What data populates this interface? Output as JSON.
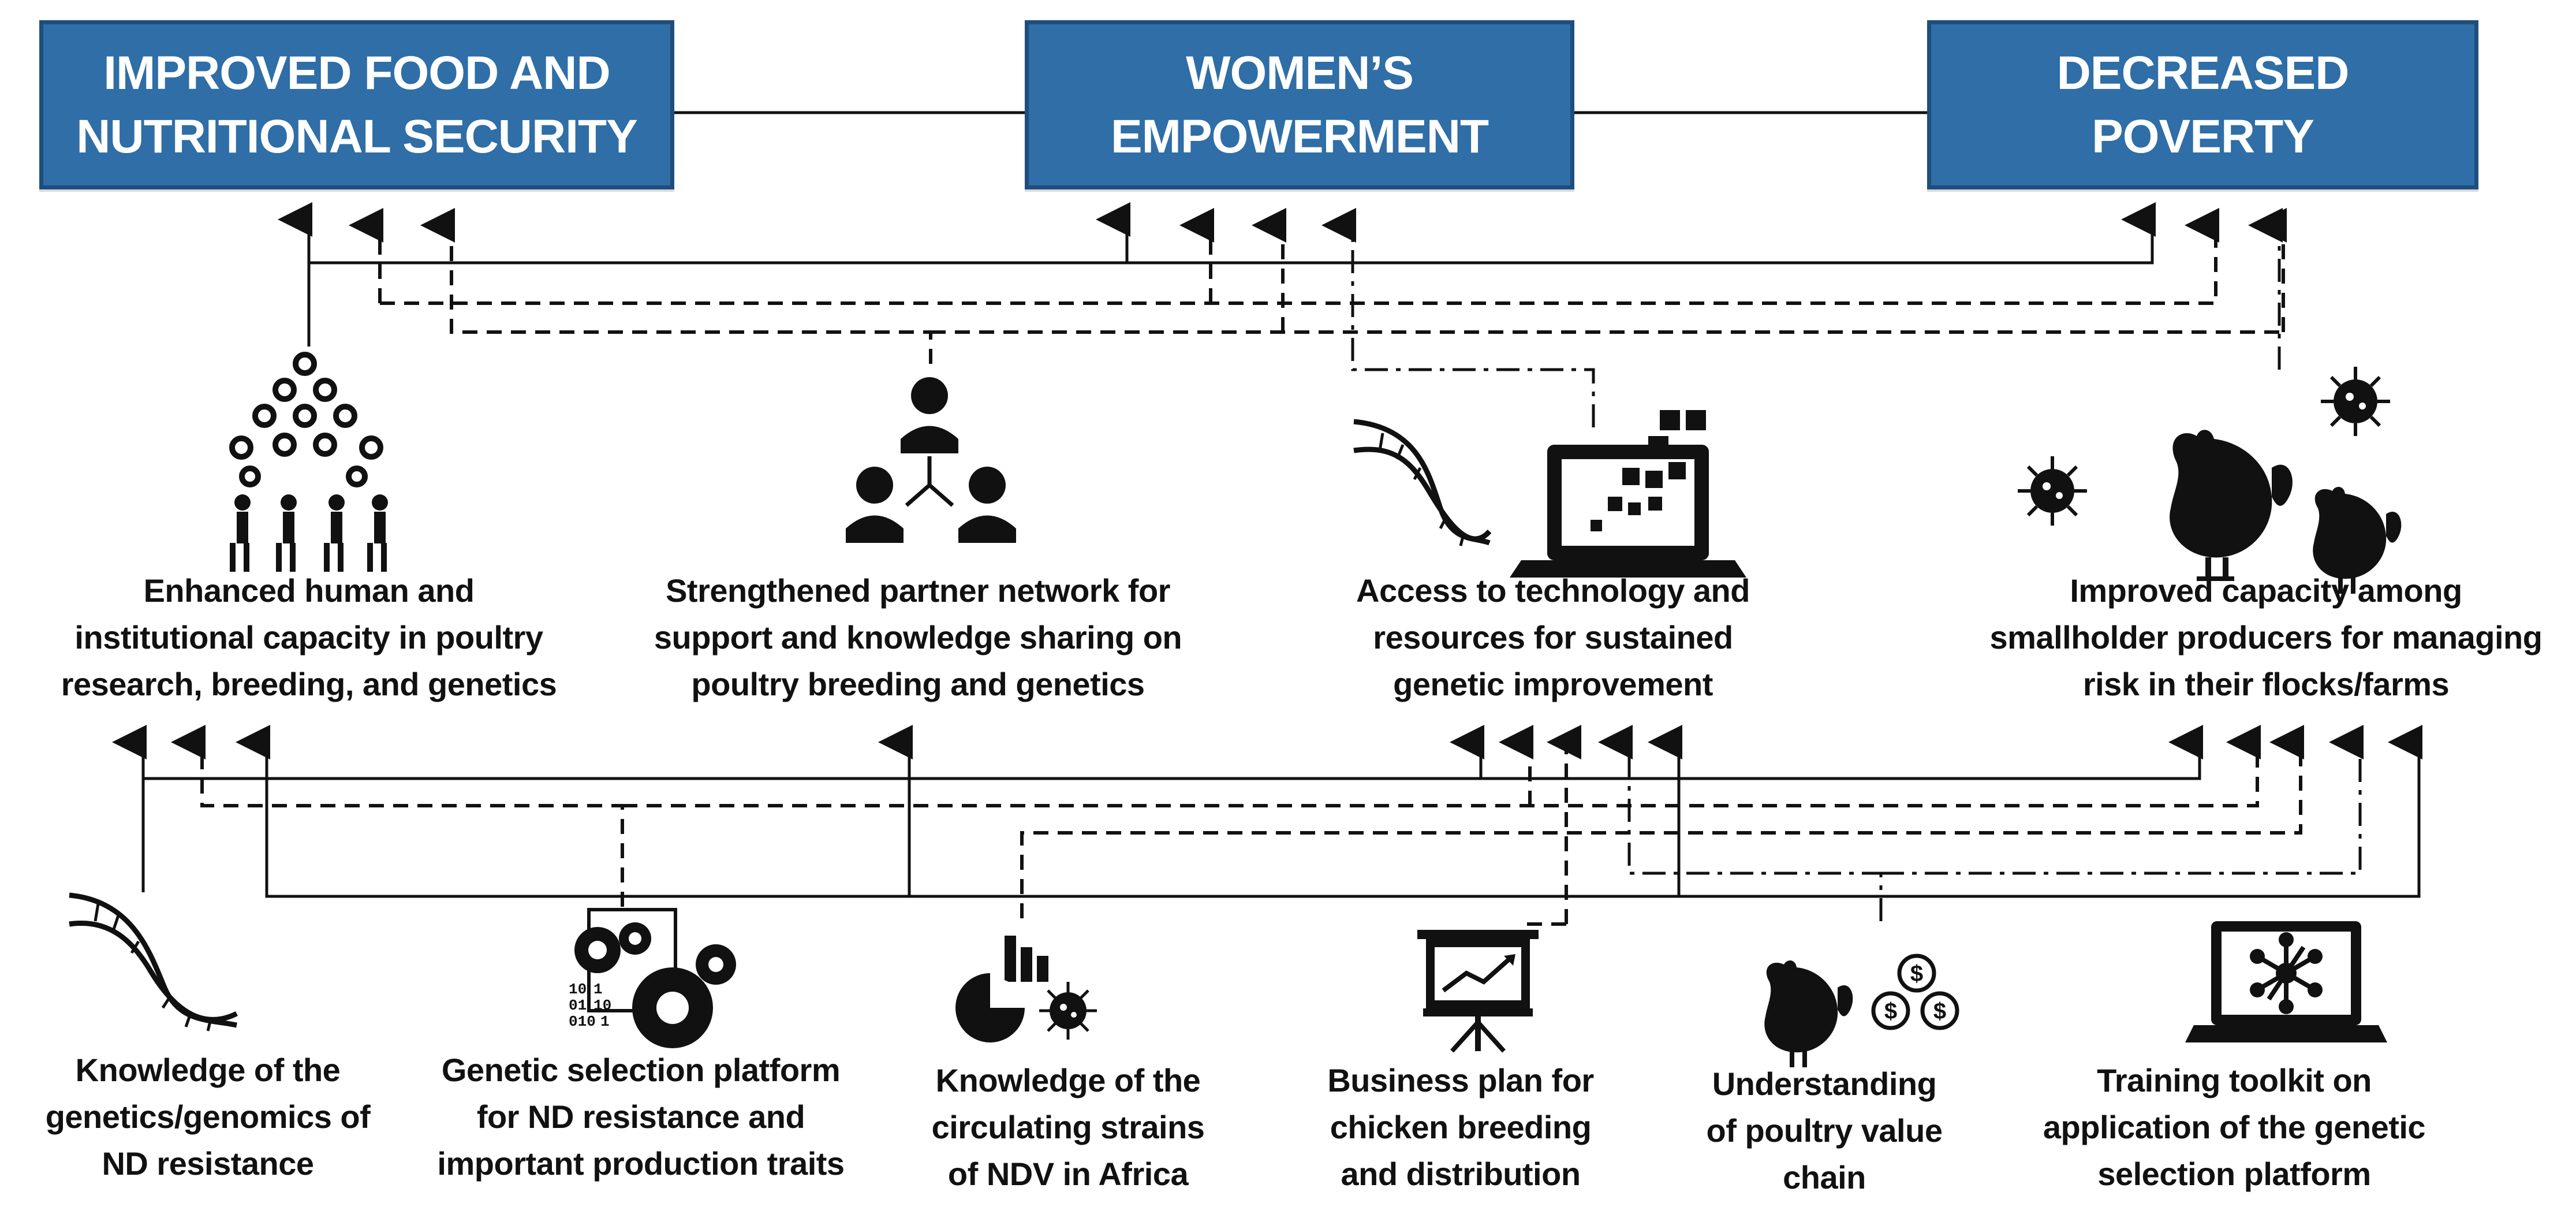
{
  "goals": [
    {
      "id": "food",
      "label": "IMPROVED FOOD AND\nNUTRITIONAL SECURITY"
    },
    {
      "id": "women",
      "label": "WOMEN’S\nEMPOWERMENT"
    },
    {
      "id": "poverty",
      "label": "DECREASED\nPOVERTY"
    }
  ],
  "outcomes": [
    {
      "id": "capacity",
      "label": "Enhanced human and\ninstitutional capacity in poultry\nresearch, breeding, and genetics",
      "icon": "people-gears-icon"
    },
    {
      "id": "network",
      "label": "Strengthened partner network for\nsupport and knowledge sharing on\npoultry breeding and genetics",
      "icon": "partner-network-icon"
    },
    {
      "id": "technology",
      "label": "Access to technology and\nresources for sustained\ngenetic improvement",
      "icon": "dna-laptop-icon"
    },
    {
      "id": "risk",
      "label": "Improved capacity among\nsmallholder producers for managing\nrisk in their flocks/farms",
      "icon": "chickens-virus-icon"
    }
  ],
  "outputs": [
    {
      "id": "genomics",
      "label": "Knowledge of the\ngenetics/genomics of\nND resistance",
      "icon": "dna-icon"
    },
    {
      "id": "platform",
      "label": "Genetic selection platform\nfor ND resistance and\nimportant production traits",
      "icon": "gears-binary-icon"
    },
    {
      "id": "strains",
      "label": "Knowledge of the\ncirculating strains\nof NDV in Africa",
      "icon": "chart-virus-icon"
    },
    {
      "id": "business",
      "label": "Business plan for\nchicken breeding\nand distribution",
      "icon": "presentation-board-icon"
    },
    {
      "id": "valuechain",
      "label": "Understanding\nof poultry value\nchain",
      "icon": "chicken-coins-icon"
    },
    {
      "id": "toolkit",
      "label": "Training toolkit on\napplication of the genetic\nselection platform",
      "icon": "laptop-network-icon"
    }
  ]
}
